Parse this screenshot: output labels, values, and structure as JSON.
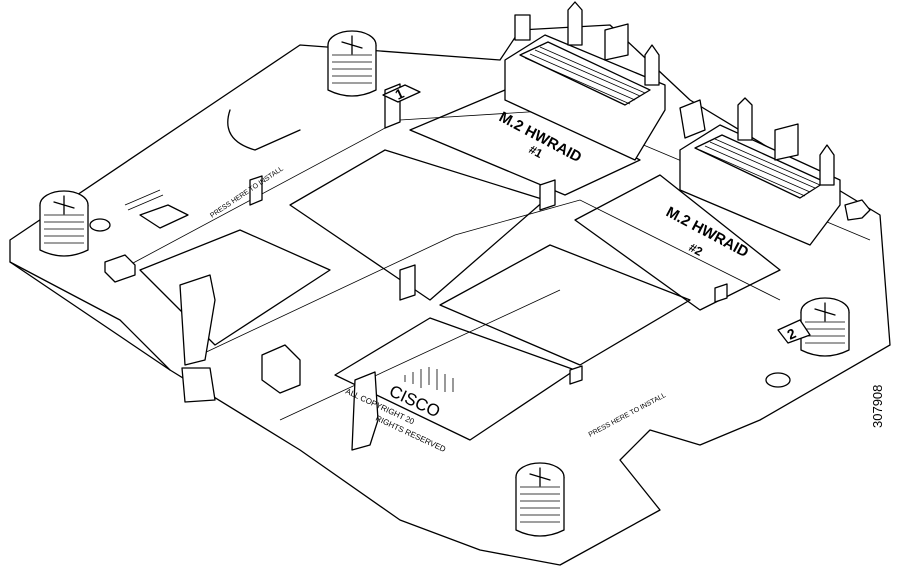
{
  "labels": {
    "slot1_line1": "M.2  HWRAID",
    "slot1_line2": "#1",
    "slot2_line1": "M.2  HWRAID",
    "slot2_line2": "#2",
    "marker_1": "1",
    "marker_2": "2",
    "press_here_top": "PRESS HERE TO INSTALL",
    "press_here_bottom": "PRESS HERE TO INSTALL",
    "brand": "CISCO",
    "copyright_1": "ALL COPYRIGHT 20",
    "copyright_2": "RIGHTS RESERVED",
    "figure_number": "307908"
  }
}
